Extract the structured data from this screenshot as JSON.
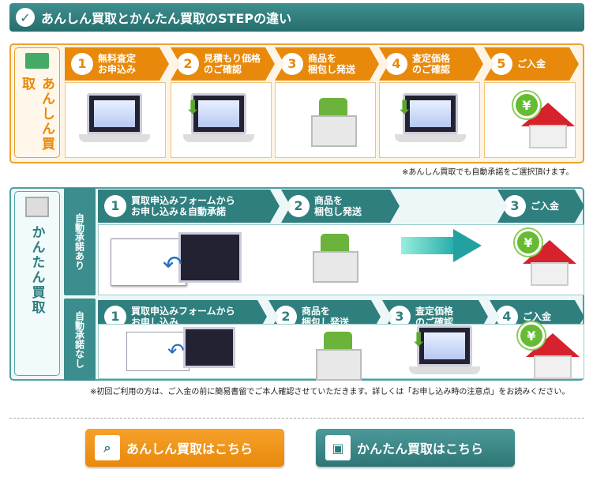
{
  "header": {
    "title": "あんしん買取とかんたん買取のSTEPの違い",
    "check_symbol": "✓"
  },
  "anshin": {
    "side_label": "あんしん買取",
    "note": "※あんしん買取でも自動承諾をご選択頂けます。",
    "steps": [
      {
        "num": "1",
        "label": "無料査定\nお申込み"
      },
      {
        "num": "2",
        "label": "見積もり価格\nのご確認"
      },
      {
        "num": "3",
        "label": "商品を\n梱包し発送"
      },
      {
        "num": "4",
        "label": "査定価格\nのご確認"
      },
      {
        "num": "5",
        "label": "ご入金"
      }
    ]
  },
  "kantan": {
    "side_label": "かんたん買取",
    "auto_yes_label": "自動承諾あり",
    "auto_no_label": "自動承諾なし",
    "yes_steps": [
      {
        "num": "1",
        "label": "買取申込みフォームから\nお申し込み＆自動承諾"
      },
      {
        "num": "2",
        "label": "商品を\n梱包し発送"
      },
      {
        "num": "3",
        "label": "ご入金"
      }
    ],
    "no_steps": [
      {
        "num": "1",
        "label": "買取申込みフォームから\nお申し込み"
      },
      {
        "num": "2",
        "label": "商品を\n梱包し発送"
      },
      {
        "num": "3",
        "label": "査定価格\nのご確認"
      },
      {
        "num": "4",
        "label": "ご入金"
      }
    ],
    "note": "※初回ご利用の方は、ご入金の前に簡易書留でご本人確認させていただきます。詳しくは「お申し込み時の注意点」をお読みください。"
  },
  "buttons": {
    "anshin": "あんしん買取はこちら",
    "kantan": "かんたん買取はこちら"
  },
  "colors": {
    "orange": "#e8890b",
    "teal": "#2f7f7f"
  },
  "icons": {
    "yen": "¥"
  }
}
